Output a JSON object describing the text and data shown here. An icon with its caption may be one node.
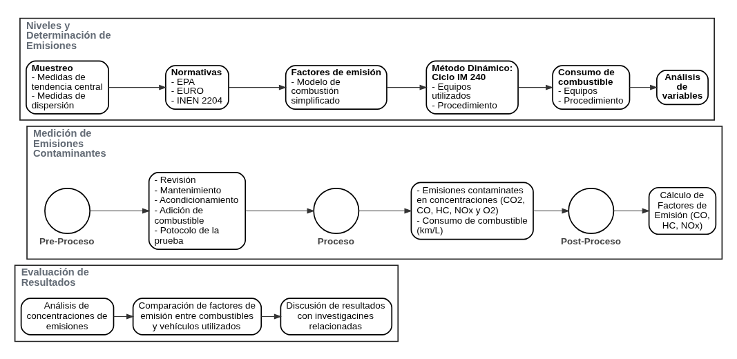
{
  "diagram": {
    "nodes": [
      {
        "text": [
          "Niveles y Determinación de Emisiones"
        ]
      },
      {
        "text": [
          "Muestreo",
          "- Medidas de tendencia central",
          "- Medidas de dispersión"
        ],
        "in": 0
      },
      {
        "text": [
          "Normativas",
          "- EPA",
          "- EURO",
          "- INEN 2204"
        ],
        "in": 0
      },
      {
        "text": [
          "Factores de emisión",
          "- Modelo de combustión simplificado"
        ],
        "in": 0
      },
      {
        "text": [
          "Método Dinámico: Ciclo IM 240",
          "- Equipos utilizados",
          "- Procedimiento"
        ],
        "in": 0
      },
      {
        "text": [
          "Consumo de combustible",
          "- Equipos",
          "- Procedimiento"
        ],
        "in": 0
      },
      {
        "text": [
          "Análisis de variables"
        ],
        "in": 0
      },
      {
        "text": [
          "Medición de Emisiones Contaminantes"
        ]
      },
      {
        "text": [
          "Pre-Proceso"
        ],
        "in": 7
      },
      {
        "text": [
          "- Revisión",
          "- Mantenimiento",
          "- Acondicionamiento",
          "- Adición de combustible",
          "- Potocolo de la prueba"
        ],
        "in": 7
      },
      {
        "text": [
          "Proceso"
        ],
        "in": 7
      },
      {
        "text": [
          "- Emisiones contaminates en concentraciones (CO2, CO, HC, NOx y O2)",
          "- Consumo de combustible (km/L)"
        ],
        "in": 7
      },
      {
        "text": [
          "Post-Proceso"
        ],
        "in": 7
      },
      {
        "text": [
          "Cálculo de Factores de Emisión (CO, HC, NOx)"
        ],
        "in": 7
      },
      {
        "text": [
          "Evaluación de Resultados"
        ]
      },
      {
        "text": [
          "Análisis de concentraciones de emisiones"
        ],
        "in": 14
      },
      {
        "text": [
          "Comparación de factores de emisión entre combustibles y vehículos utilizados"
        ],
        "in": 14
      },
      {
        "text": [
          "Discusión de resultados con investigacines relacionadas"
        ],
        "in": 14
      }
    ],
    "edges": [
      {
        "from": 1,
        "to": 2,
        "arrow": "to"
      },
      {
        "from": 2,
        "to": 3,
        "arrow": "to"
      },
      {
        "from": 3,
        "to": 4,
        "arrow": "to"
      },
      {
        "from": 4,
        "to": 5,
        "arrow": "to"
      },
      {
        "from": 5,
        "to": 6,
        "arrow": "to"
      },
      {
        "from": 8,
        "to": 9,
        "arrow": "to"
      },
      {
        "from": 9,
        "to": 10,
        "arrow": "to"
      },
      {
        "from": 10,
        "to": 11,
        "arrow": "to"
      },
      {
        "from": 11,
        "to": 12,
        "arrow": "to"
      },
      {
        "from": 12,
        "to": 13,
        "arrow": "to"
      },
      {
        "from": 15,
        "to": 16,
        "arrow": "to"
      },
      {
        "from": 16,
        "to": 17,
        "arrow": "to"
      }
    ]
  }
}
